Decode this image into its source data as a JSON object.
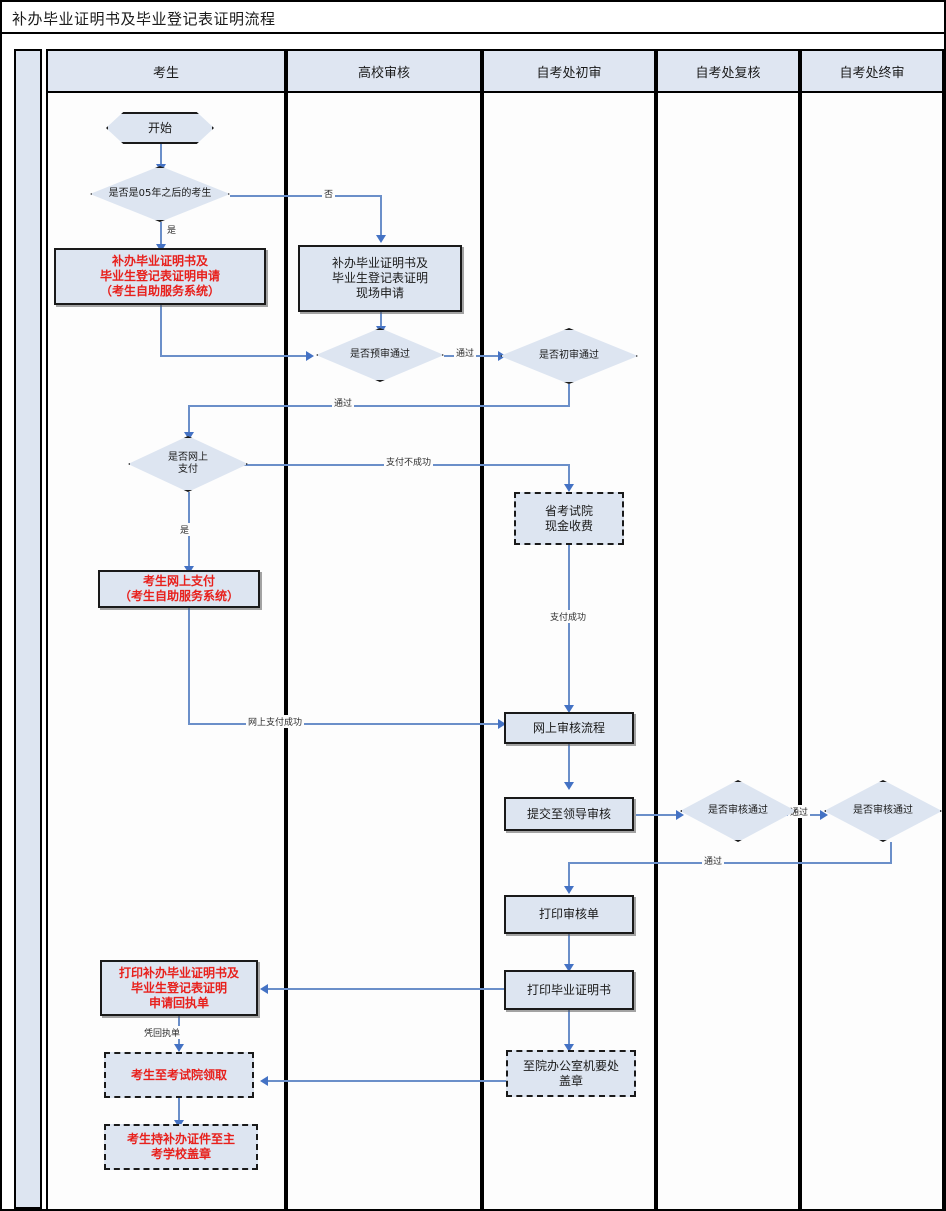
{
  "title": "补办毕业证明书及毕业登记表证明流程",
  "lanes": [
    {
      "id": "strip",
      "label": ""
    },
    {
      "id": "candidate",
      "label": "考生"
    },
    {
      "id": "college",
      "label": "高校审核"
    },
    {
      "id": "office_first",
      "label": "自考处初审"
    },
    {
      "id": "office_review",
      "label": "自考处复核"
    },
    {
      "id": "office_final",
      "label": "自考处终审"
    }
  ],
  "nodes": {
    "start": "开始",
    "is_after_2005": "是否是05年之后的考生",
    "apply_online": "补办毕业证明书及\n毕业生登记表证明申请\n（考生自助服务系统）",
    "apply_onsite": "补办毕业证明书及\n毕业生登记表证明\n现场申请",
    "pre_check": "是否预审通过",
    "first_check": "是否初审通过",
    "is_online_pay": "是否网上\n支付",
    "cash_payment": "省考试院\n现金收费",
    "online_pay": "考生网上支付\n（考生自助服务系统）",
    "online_review_flow": "网上审核流程",
    "submit_to_leader": "提交至领导审核",
    "review_pass": "是否审核通过",
    "final_pass": "是否审核通过",
    "print_review_sheet": "打印审核单",
    "print_certificate": "打印毕业证明书",
    "print_receipt": "打印补办毕业证明书及\n毕业生登记表证明\n申请回执单",
    "seal_office": "至院办公室机要处\n盖章",
    "pickup": "考生至考试院领取",
    "school_seal": "考生持补办证件至主\n考学校盖章"
  },
  "edge_labels": {
    "no": "否",
    "yes": "是",
    "pass_precheck": "通过",
    "pass_firstcheck": "通过",
    "pay_fail": "支付不成功",
    "pay_success": "支付成功",
    "online_pay_success": "网上支付成功",
    "review_pass_label": "通过",
    "final_pass_label": "通过",
    "with_receipt": "凭回执单"
  },
  "colors": {
    "shape_fill": "#dde5f1",
    "shape_border": "#1a1a1a",
    "connector": "#6b8fc9",
    "arrow": "#4472c4",
    "red_text": "#e8201c",
    "lane_head_fill": "#dfe6f2"
  }
}
